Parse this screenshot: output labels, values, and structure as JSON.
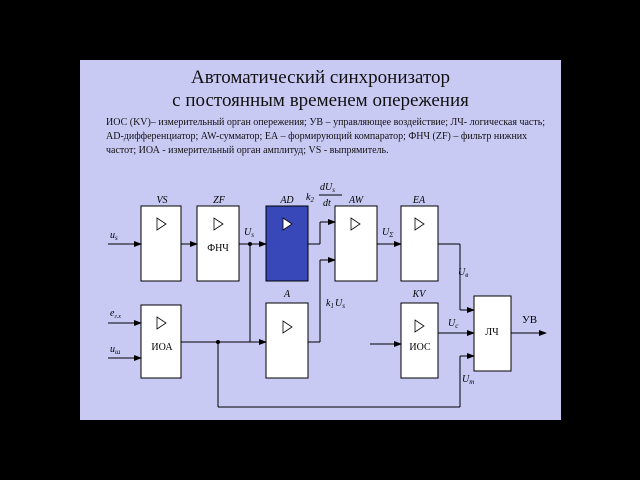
{
  "title_line1": "Автоматический синхронизатор",
  "title_line2": "с постоянным временем опережения",
  "description": "ИОС (KV)– измерительный орган опережения; УВ – управляющее воздействие; ЛЧ- логическая часть; AD-дифференциатор; AW-сумматор; ЕА – формирующий компаратор; ФНЧ (ZF) – фильтр нижних частот; ИОА - измерительный орган амплитуд; VS - выпрямитель.",
  "blocks": {
    "vs": {
      "name": "VS",
      "label": ""
    },
    "zf": {
      "name": "ZF",
      "label": "ФНЧ"
    },
    "ad": {
      "name": "AD",
      "label": ""
    },
    "aw": {
      "name": "AW",
      "label": ""
    },
    "ea": {
      "name": "EA",
      "label": ""
    },
    "ioa": {
      "name": "",
      "label": "ИОА"
    },
    "a": {
      "name": "A",
      "label": ""
    },
    "kv": {
      "name": "KV",
      "label": "ИОС"
    },
    "lch": {
      "name": "",
      "label": "ЛЧ"
    }
  },
  "signals": {
    "us_in": "u",
    "us_in_sub": "s",
    "eg_in": "e",
    "eg_in_sub": "г.х",
    "ush_in": "u",
    "ush_in_sub": "ш",
    "us_zf": "U",
    "us_zf_sub": "s",
    "k2": "k",
    "k2_sub": "2",
    "dus_num": "dU",
    "dus_num_sub": "s",
    "dus_den": "dt",
    "usigma": "U",
    "usigma_sub": "Σ",
    "k1us_k": "k",
    "k1us_k_sub": "1",
    "k1us_u": "U",
    "k1us_u_sub": "s",
    "uv_sig": "U",
    "uv_sig_sub": "в",
    "uc_sig": "U",
    "uc_sig_sub": "c",
    "um_sig": "U",
    "um_sig_sub": "m",
    "out": "УВ"
  },
  "colors": {
    "background": "#000000",
    "slide": "#c9caf4",
    "ad_block": "#3848b8"
  }
}
